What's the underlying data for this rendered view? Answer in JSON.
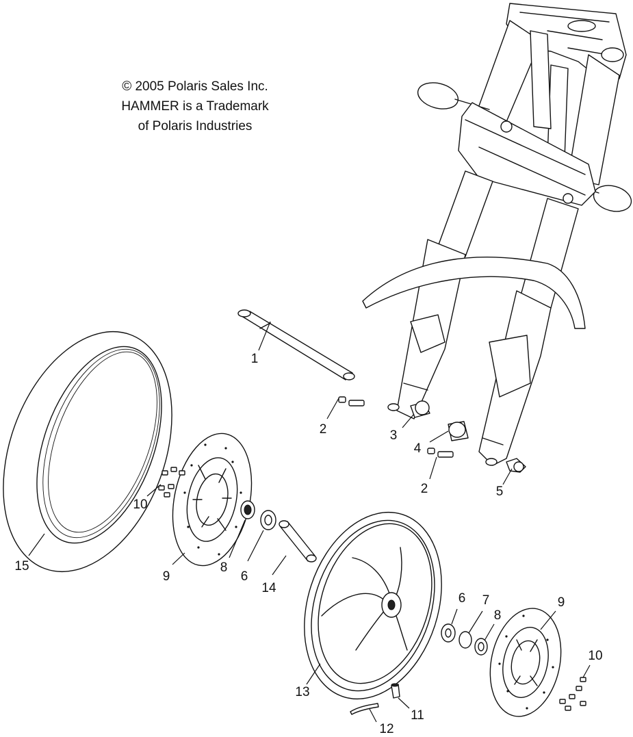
{
  "notice": {
    "line1": "© 2005 Polaris Sales Inc.",
    "line2": "HAMMER is a Trademark",
    "line3": "of Polaris Industries"
  },
  "callouts": {
    "c1": "1",
    "c2a": "2",
    "c2b": "2",
    "c3": "3",
    "c4": "4",
    "c5": "5",
    "c6a": "6",
    "c6b": "6",
    "c7": "7",
    "c8a": "8",
    "c8b": "8",
    "c9a": "9",
    "c9b": "9",
    "c10a": "10",
    "c10b": "10",
    "c11": "11",
    "c12": "12",
    "c13": "13",
    "c14": "14",
    "c15": "15"
  }
}
